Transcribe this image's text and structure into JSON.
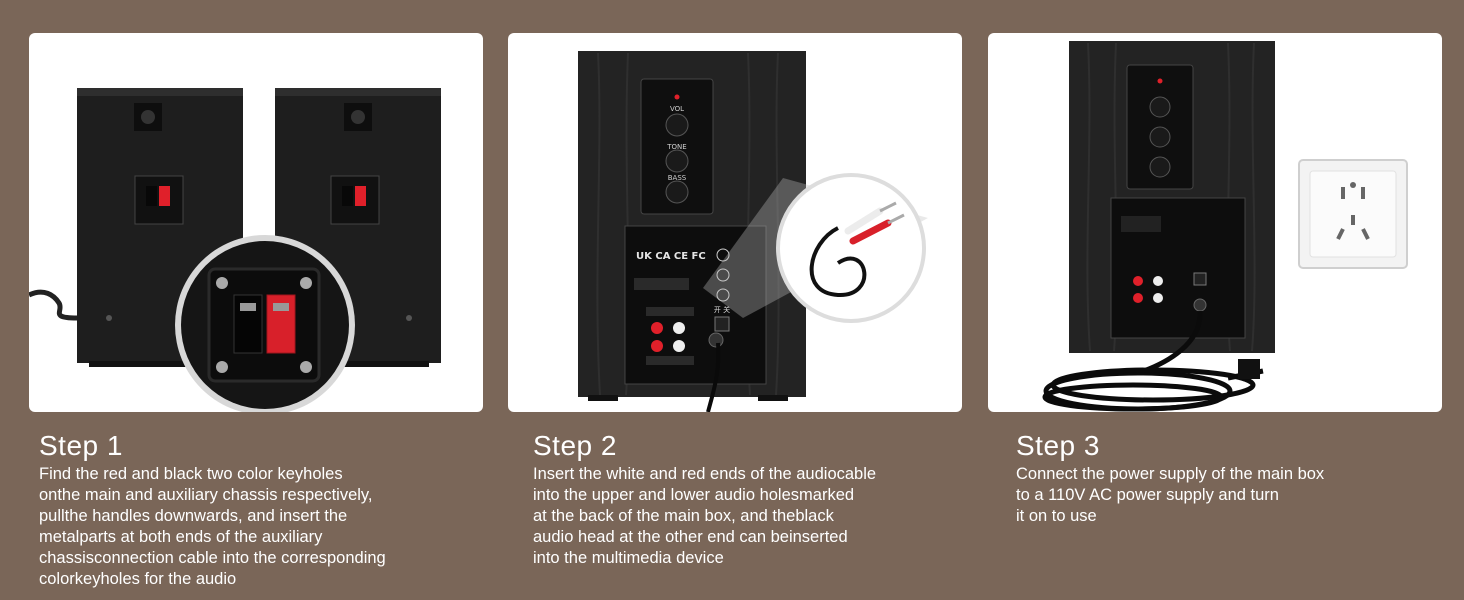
{
  "steps": [
    {
      "title": "Step 1",
      "text": "Find the red and black two color keyholes\nonthe main and auxiliary chassis respectively,\npullthe handles downwards, and insert the\nmetalparts at both ends of the auxiliary\nchassisconnection cable into the corresponding\ncolorkeyholes for the audio"
    },
    {
      "title": "Step 2",
      "text": "Insert the white and red ends of the audiocable\ninto the upper and lower audio holesmarked\nat the back of the main box, and theblack\naudio head at the other end can beinserted\ninto the multimedia device"
    },
    {
      "title": "Step 3",
      "text": "Connect the power supply of the main box\nto a 110V AC power supply and turn\nit on to use"
    }
  ],
  "panel": {
    "knob_labels": [
      "VOL",
      "TONE",
      "BASS"
    ],
    "cert_marks": "UK CA CE FC",
    "switch_label": "开 关"
  },
  "colors": {
    "background": "#7a6658",
    "card": "#ffffff",
    "speaker": "#1c1c1c",
    "terminal_red": "#e0202a"
  }
}
